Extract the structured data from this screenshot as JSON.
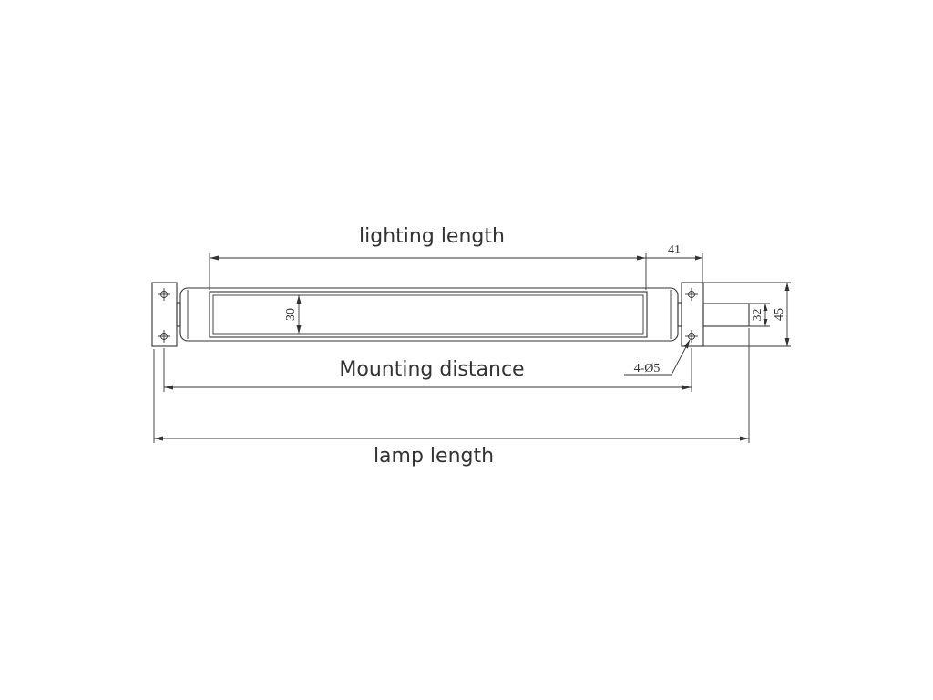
{
  "drawing": {
    "line_color": "#333333",
    "labels": {
      "lighting_length": "lighting length",
      "dim_41": "41",
      "dim_30": "30",
      "dim_32": "32",
      "dim_45": "45",
      "hole_spec": "4-Ø5",
      "mounting_distance": "Mounting distance",
      "lamp_length": "lamp length"
    }
  }
}
